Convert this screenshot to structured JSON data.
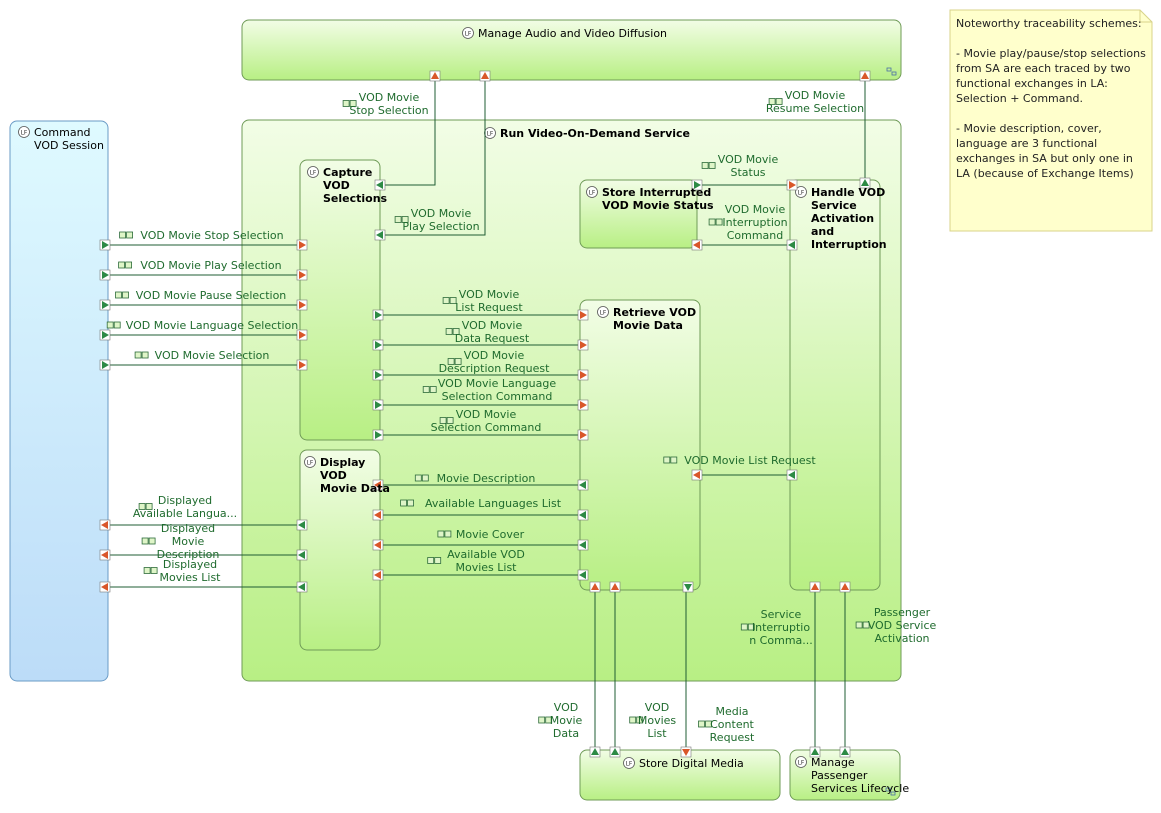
{
  "note": {
    "title": "Noteworthy traceability schemes:",
    "paragraphs": [
      "- Movie play/pause/stop selections from SA are each traced by two functional exchanges in LA: Selection + Command.",
      "- Movie description, cover, language are 3 functional exchanges in SA but only one in LA (because of Exchange Items)"
    ]
  },
  "functions": {
    "manage_audio_video": [
      "Manage Audio and Video Diffusion"
    ],
    "command_vod_session": [
      "Command",
      "VOD Session"
    ],
    "run_vod_service": [
      "Run Video-On-Demand Service"
    ],
    "capture_vod_selections": [
      "Capture",
      "VOD",
      "Selections"
    ],
    "display_vod_movie_data": [
      "Display",
      "VOD",
      "Movie Data"
    ],
    "store_interrupted_status": [
      "Store Interrupted",
      "VOD Movie Status"
    ],
    "handle_vod_service": [
      "Handle VOD",
      "Service",
      "Activation",
      "and",
      "Interruption"
    ],
    "retrieve_vod_movie_data": [
      "Retrieve VOD",
      "Movie Data"
    ],
    "store_digital_media": [
      "Store Digital Media"
    ],
    "manage_passenger_services": [
      "Manage",
      "Passenger",
      "Services Lifecycle"
    ]
  },
  "exchanges": {
    "stop_sel_top": [
      "VOD Movie",
      "Stop Selection"
    ],
    "resume_sel": [
      "VOD Movie",
      "Resume Selection"
    ],
    "stop_sel_left": [
      "VOD Movie Stop Selection"
    ],
    "play_sel_left": [
      "VOD Movie Play Selection"
    ],
    "pause_sel_left": [
      "VOD Movie Pause Selection"
    ],
    "lang_sel_left": [
      "VOD Movie Language Selection"
    ],
    "movie_sel_left": [
      "VOD Movie Selection"
    ],
    "play_sel_top": [
      "VOD Movie",
      "Play Selection"
    ],
    "movie_status": [
      "VOD Movie",
      "Status"
    ],
    "interruption_cmd": [
      "VOD Movie",
      "Interruption",
      "Command"
    ],
    "list_request": [
      "VOD Movie",
      "List Request"
    ],
    "data_request": [
      "VOD Movie",
      "Data Request"
    ],
    "desc_request": [
      "VOD Movie",
      "Description Request"
    ],
    "lang_cmd": [
      "VOD Movie Language",
      "Selection Command"
    ],
    "sel_cmd": [
      "VOD Movie",
      "Selection Command"
    ],
    "movie_desc": [
      "Movie Description"
    ],
    "avail_lang": [
      "Available Languages List"
    ],
    "movie_cover": [
      "Movie Cover"
    ],
    "avail_movies": [
      "Available VOD",
      "Movies List"
    ],
    "list_request_right": [
      "VOD Movie List Request"
    ],
    "disp_lang": [
      "Displayed",
      "Available Langua..."
    ],
    "disp_desc": [
      "Displayed",
      "Movie",
      "Description"
    ],
    "disp_list": [
      "Displayed",
      "Movies List"
    ],
    "svc_interruption": [
      "Service",
      "Interruptio",
      "n Comma..."
    ],
    "passenger_activation": [
      "Passenger",
      "VOD Service",
      "Activation"
    ],
    "movie_data_bottom": [
      "VOD",
      "Movie",
      "Data"
    ],
    "movies_list_bottom": [
      "VOD",
      "Movies",
      "List"
    ],
    "media_content": [
      "Media",
      "Content",
      "Request"
    ]
  },
  "colors": {
    "function_fill_top": "#f2fde6",
    "function_fill_bottom": "#b8ef84",
    "function_stroke": "#6f9b57",
    "actor_fill_top": "#dffaff",
    "actor_fill_bottom": "#bcdcf8",
    "exchange_line": "#1f5c33",
    "port_out": "#d9562a",
    "port_in": "#2d8a45",
    "note_fill": "#ffffcc",
    "note_stroke": "#d8d38a"
  }
}
